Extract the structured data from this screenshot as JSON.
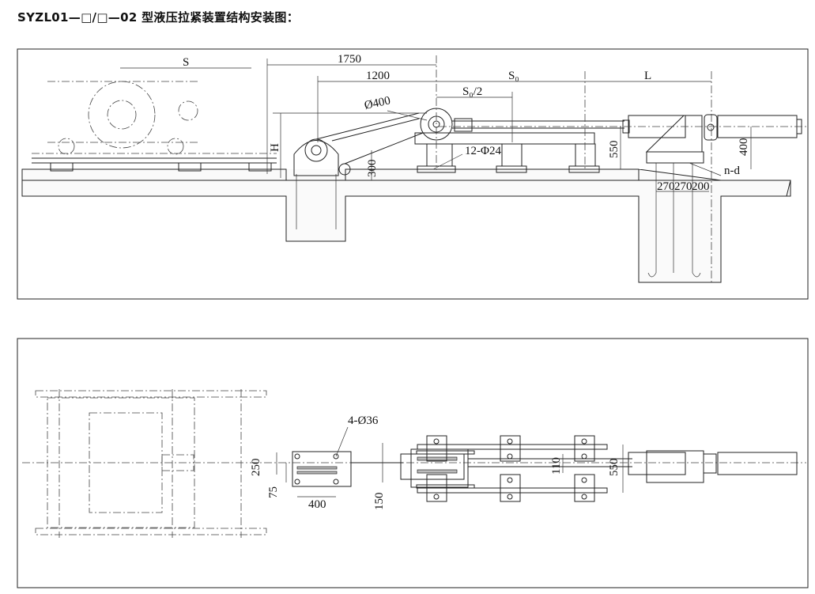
{
  "title": "SYZL01—□/□—02 型液压拉紧装置结构安装图：",
  "elevation_view": {
    "dims": {
      "S": "S",
      "d1750": "1750",
      "d1200": "1200",
      "S0": "S₀",
      "S0_half": "S₀/2",
      "L": "L",
      "dia400": "Ø400",
      "H": "H",
      "d550": "550",
      "d400": "400",
      "bolts": "12-Φ24",
      "d300": "300",
      "nd": "n-d",
      "d270a": "270",
      "d270b": "270",
      "d200": "200"
    }
  },
  "plan_view": {
    "dims": {
      "holes": "4-Ø36",
      "d250": "250",
      "d75": "75",
      "d400": "400",
      "d150": "150",
      "d110": "110",
      "d550": "550"
    }
  }
}
